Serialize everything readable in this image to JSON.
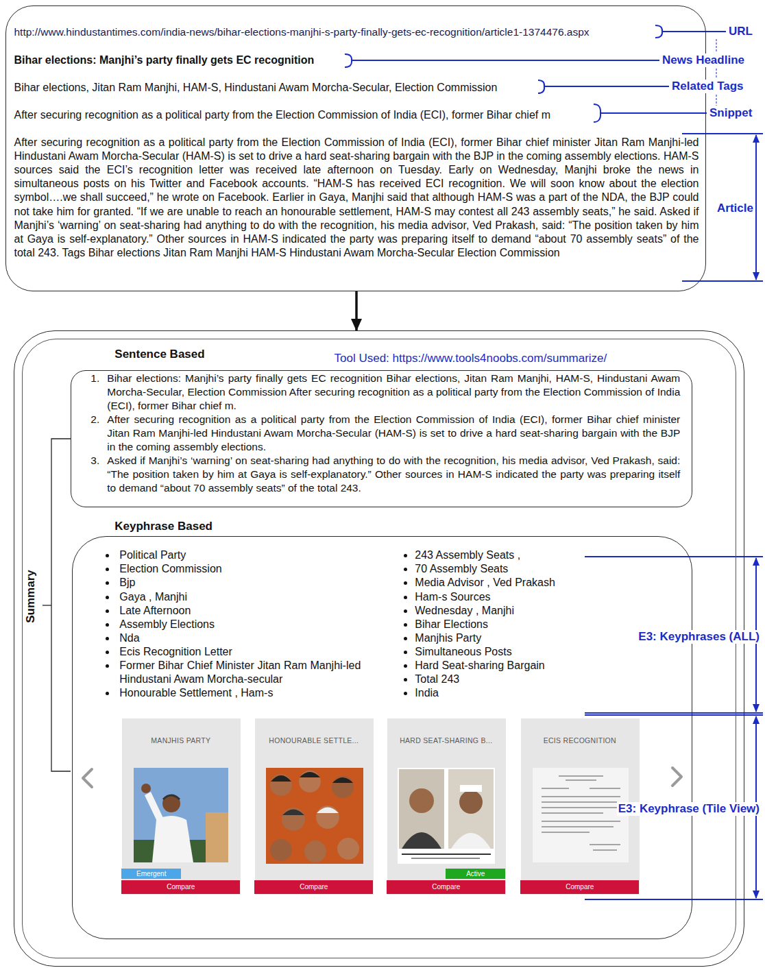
{
  "diagram": {
    "nodes": [
      {
        "text": [
          "http://www.hindustantimes.com/india-news/bihar-elections-manjhi-s-party-finally-gets-ec-recognition/article1-1374476.aspx",
          "Bihar elections: Manjhi’s party finally gets EC recognition",
          "Bihar elections, Jitan Ram Manjhi, HAM-S, Hindustani Awam Morcha-Secular, Election Commission",
          "After securing recognition as a political party from the Election Commission of India (ECI), former Bihar chief m",
          "After securing recognition as a political party from the Election Commission of India (ECI), former Bihar chief minister Jitan Ram Manjhi-led Hindustani Awam Morcha-Secular (HAM-S) is set to drive a hard seat-sharing bargain with the BJP in the coming assembly elections. HAM-S sources said the ECI’s recognition letter was received late afternoon on Tuesday. Early on Wednesday, Manjhi broke the news in simultaneous posts on his Twitter and Facebook accounts. “HAM-S has received ECI recognition. We will soon know about the election symbol….we shall succeed,” he wrote on Facebook. Earlier in Gaya, Manjhi said that although HAM-S was a part of the NDA, the BJP could not take him for granted. “If we are unable to reach an honourable settlement, HAM-S may contest all 243 assembly seats,” he said. Asked if Manjhi’s ‘warning’ on seat-sharing had anything to do with the recognition, his media advisor, Ved Prakash, said: “The position taken by him at Gaya is self-explanatory.” Other sources in HAM-S indicated the party was preparing itself to demand “about 70 assembly seats” of the total 243. Tags Bihar elections Jitan Ram Manjhi HAM-S Hindustani Awam Morcha-Secular Election Commission"
        ]
      },
      {
        "text": [
          "Summary",
          "Tool Used: https://www.tools4noobs.com/summarize/"
        ]
      },
      {
        "text": [
          "Sentence Based",
          "1.",
          "Bihar elections: Manjhi’s party finally gets EC recognition Bihar elections, Jitan Ram Manjhi, HAM-S, Hindustani Awam Morcha-Secular, Election Commission After securing recognition as a political party from the Election Commission of India (ECI), former Bihar chief m.",
          "2.",
          "After securing recognition as a political party from the Election Commission of India (ECI), former Bihar chief minister Jitan Ram Manjhi-led Hindustani Awam Morcha-Secular (HAM-S) is set to drive a hard seat-sharing bargain with the BJP in the coming assembly elections.",
          "3.",
          "Asked if Manjhi’s ‘warning’ on seat-sharing had anything to do with the recognition, his media advisor, Ved Prakash, said: “The position taken by him at Gaya is self-explanatory.” Other sources in HAM-S indicated the party was preparing itself to demand “about 70 assembly seats” of the total 243."
        ],
        "in": 1
      },
      {
        "text": [
          "Keyphrase Based",
          "Political Party",
          "Election Commission",
          "Bjp",
          "Gaya , Manjhi",
          "Late Afternoon",
          "Assembly Elections",
          "Nda",
          "Ecis Recognition Letter",
          "Former Bihar Chief Minister Jitan Ram Manjhi-led Hindustani Awam Morcha-secular",
          "Honourable Settlement , Ham-s",
          "243 Assembly Seats ,",
          "70 Assembly Seats",
          "Media Advisor , Ved Prakash",
          "Ham-s Sources",
          "Wednesday , Manjhi",
          "Bihar Elections",
          "Manjhis Party",
          "Simultaneous Posts",
          "Hard Seat-sharing Bargain",
          "Total 243",
          "India"
        ],
        "in": 1
      },
      {
        "text": [
          "MANJHIS PARTY",
          "Emergent",
          "Compare"
        ],
        "in": 3
      },
      {
        "text": [
          "HONOURABLE SETTLE...",
          "Compare"
        ],
        "in": 3
      },
      {
        "text": [
          "HARD SEAT-SHARING B...",
          "Active",
          "Compare"
        ],
        "in": 3
      },
      {
        "text": [
          "ECIS RECOGNITION",
          "Compare"
        ],
        "in": 3
      }
    ],
    "edges": [
      {
        "from": 0,
        "to": 1,
        "arrow": "to"
      }
    ],
    "labels": [
      "URL",
      "News Headline",
      "Related Tags",
      "Snippet",
      "Article",
      "E3: Keyphrases (ALL)",
      "E3: Keyphrase (Tile View)"
    ]
  }
}
